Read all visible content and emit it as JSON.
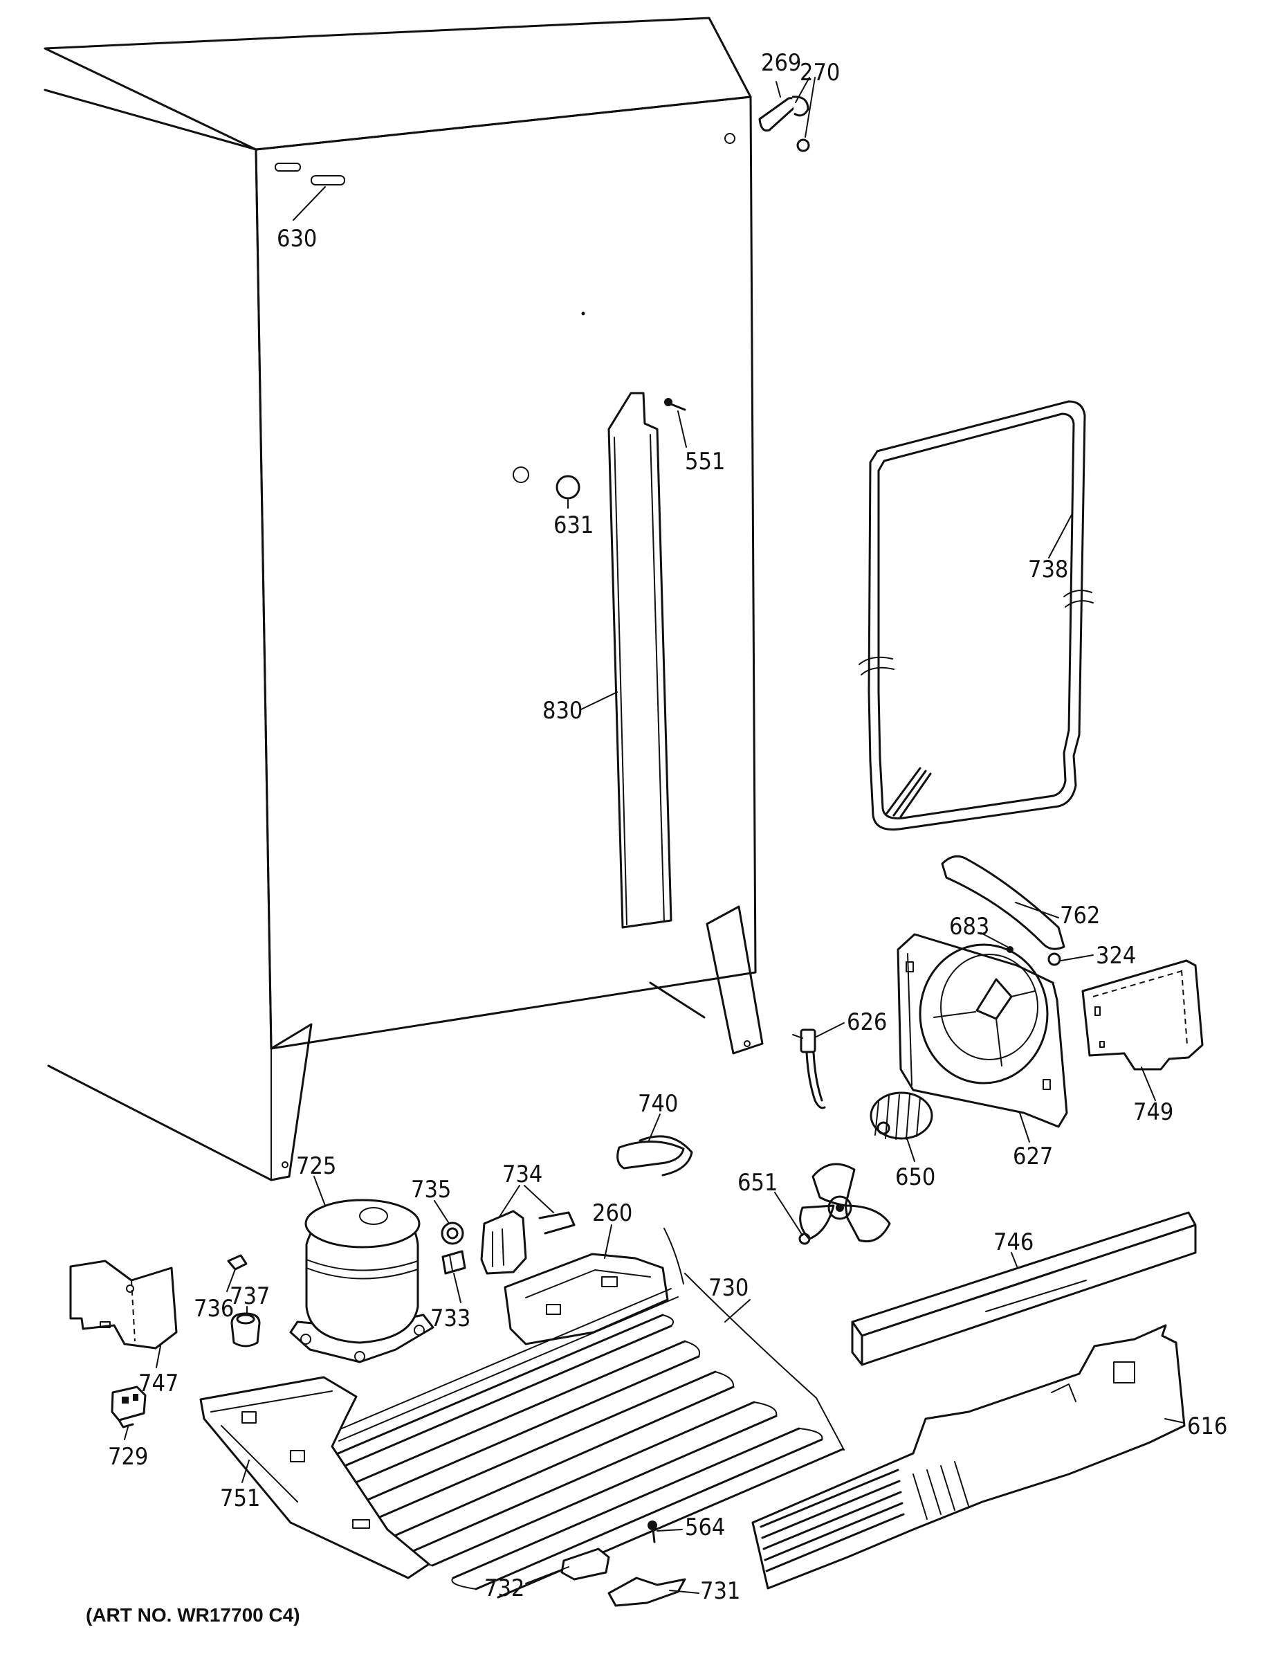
{
  "caption": "(ART NO. WR17700 C4)",
  "part_labels": {
    "p269": "269",
    "p270": "270",
    "p630": "630",
    "p551": "551",
    "p631": "631",
    "p738": "738",
    "p830": "830",
    "p762": "762",
    "p683": "683",
    "p324": "324",
    "p626": "626",
    "p749": "749",
    "p627": "627",
    "p740": "740",
    "p725": "725",
    "p734": "734",
    "p735": "735",
    "p651": "651",
    "p650": "650",
    "p260": "260",
    "p746": "746",
    "p736": "736",
    "p737": "737",
    "p733": "733",
    "p730": "730",
    "p747": "747",
    "p616": "616",
    "p729": "729",
    "p751": "751",
    "p564": "564",
    "p732": "732",
    "p731": "731"
  }
}
